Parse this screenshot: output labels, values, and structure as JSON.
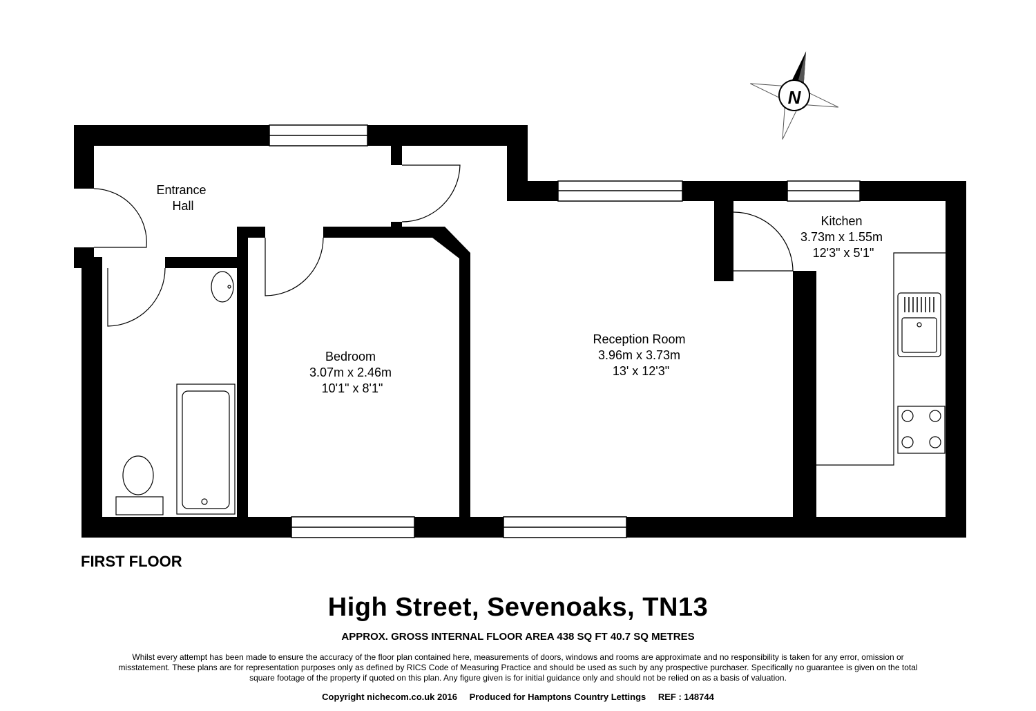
{
  "plan": {
    "floor_label": "FIRST FLOOR",
    "compass_letter": "N",
    "rooms": [
      {
        "name_lines": [
          "Entrance",
          "Hall"
        ]
      },
      {
        "name_lines": [
          "Bedroom",
          "3.07m x 2.46m",
          "10'1\" x 8'1\""
        ]
      },
      {
        "name_lines": [
          "Reception Room",
          "3.96m x 3.73m",
          "13' x 12'3\""
        ]
      },
      {
        "name_lines": [
          "Kitchen",
          "3.73m x 1.55m",
          "12'3\" x 5'1\""
        ]
      }
    ]
  },
  "footer": {
    "address": "High Street, Sevenoaks, TN13",
    "area": "APPROX. GROSS INTERNAL FLOOR AREA 438 SQ FT 40.7 SQ METRES",
    "disclaimer": "Whilst every attempt has been made to ensure the accuracy of the floor plan contained here, measurements of doors, windows and rooms are approximate and no responsibility is taken for any error, omission or misstatement. These plans are for representation purposes only as defined by RICS Code of Measuring Practice and should be used as such by any prospective purchaser. Specifically no guarantee is given on the total square footage of the property if quoted on this plan. Any figure given is for initial guidance only and should not be relied on as a basis of valuation.",
    "copyright": "Copyright nichecom.co.uk 2016",
    "produced_for": "Produced for Hamptons Country Lettings",
    "ref": "REF : 148744"
  }
}
